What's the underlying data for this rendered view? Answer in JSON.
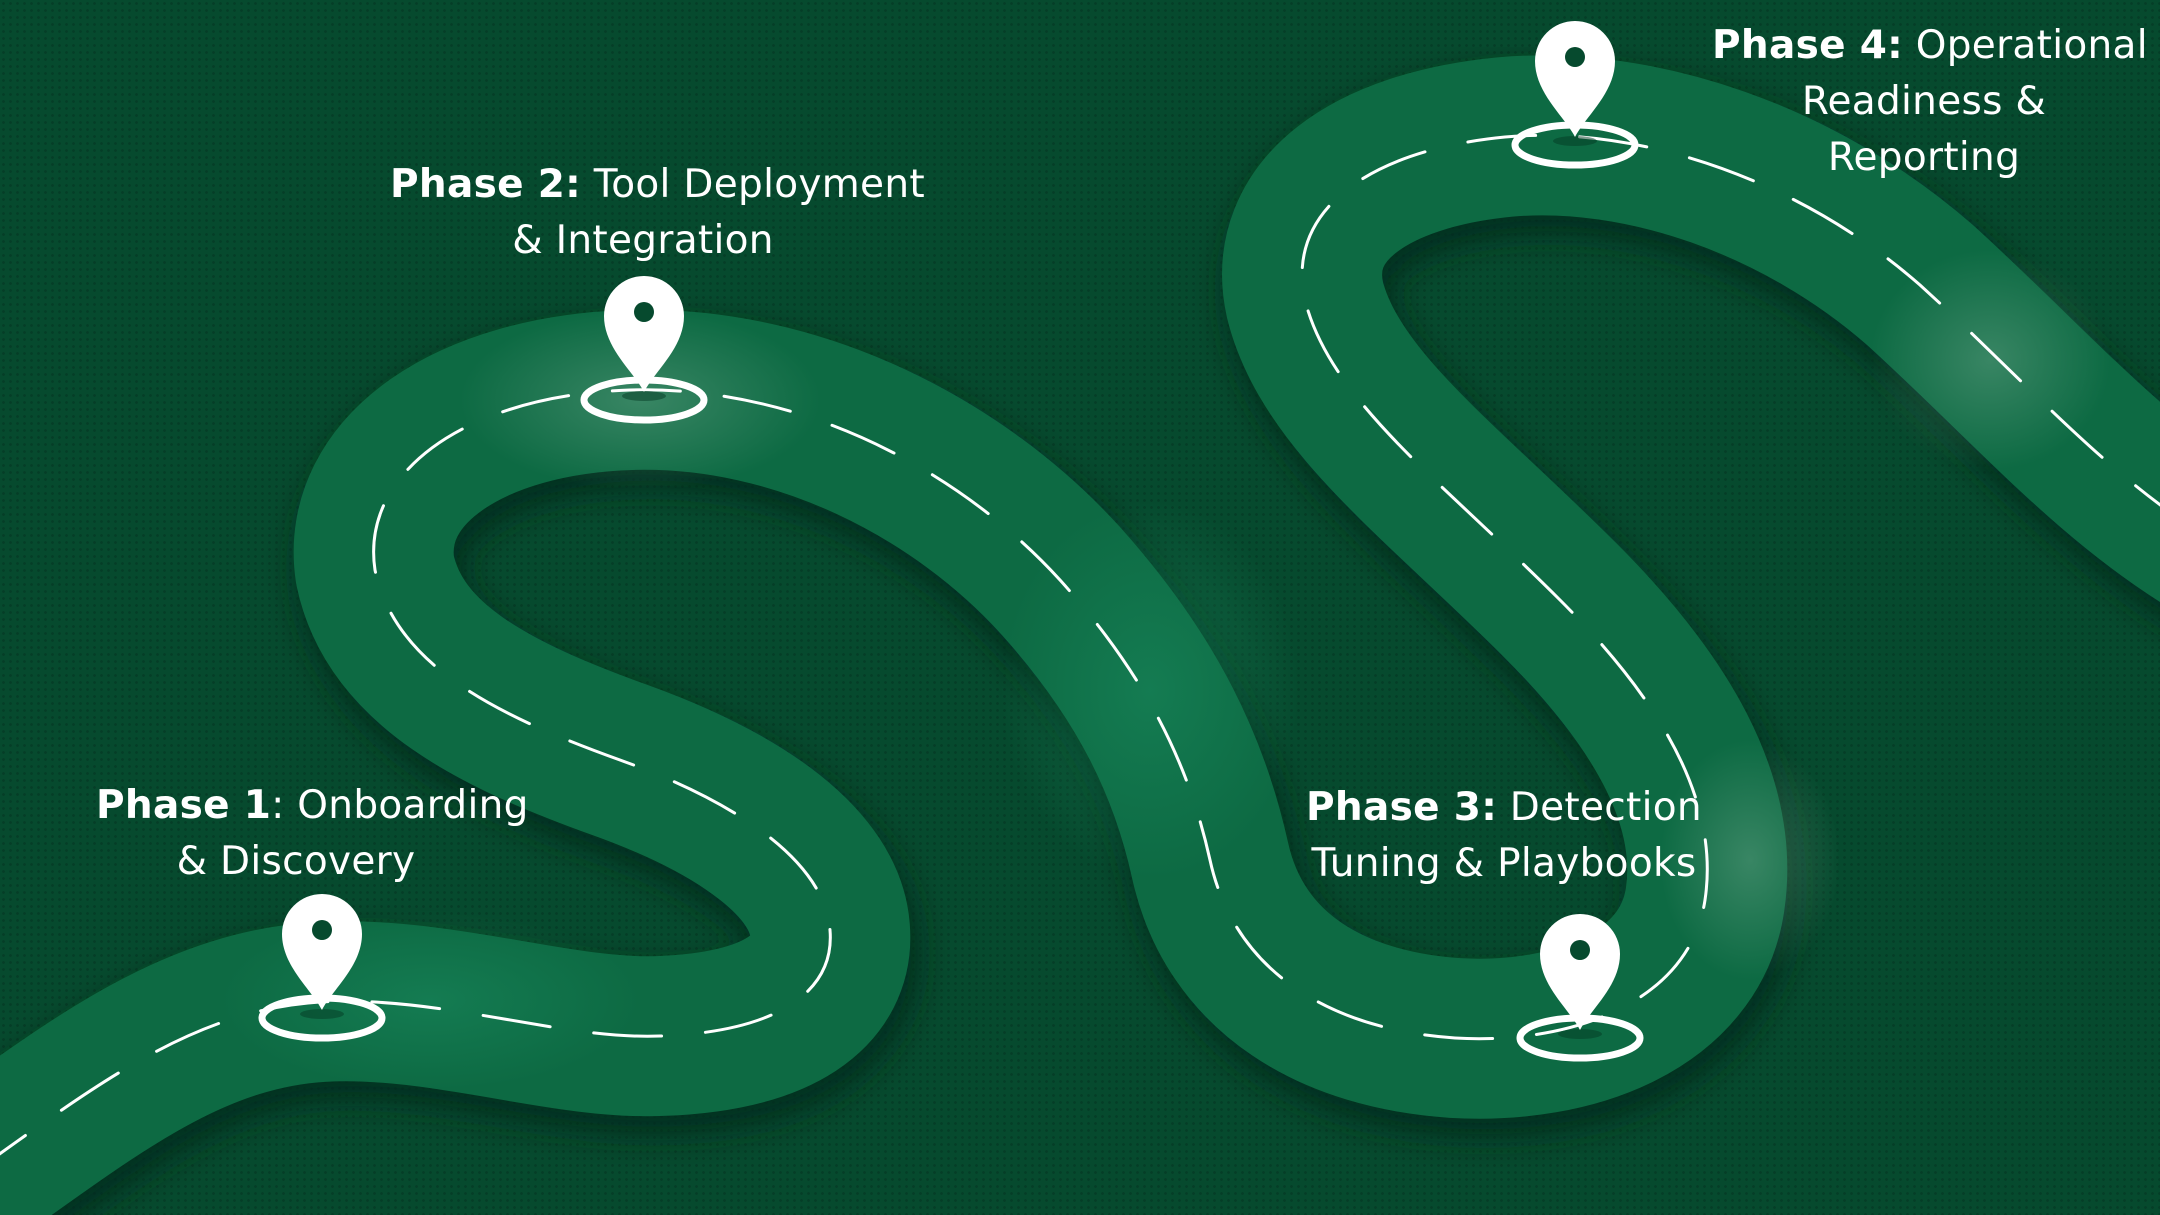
{
  "background_color": "#064a2e",
  "road_color": "#0d6a43",
  "marker_color": "#ffffff",
  "phases": [
    {
      "title": "Phase 1",
      "separator": ":",
      "line1_text": " Onboarding",
      "line2_text": "& Discovery",
      "icon": "map-pin-icon"
    },
    {
      "title": "Phase 2:",
      "line1_text": " Tool Deployment",
      "line2_text": "& Integration",
      "icon": "map-pin-icon"
    },
    {
      "title": "Phase 3:",
      "line1_text": " Detection",
      "line2_text": "Tuning & Playbooks",
      "icon": "map-pin-icon"
    },
    {
      "title": "Phase 4:",
      "line1_text": " Operational",
      "line2_text": "Readiness &",
      "line3_text": "Reporting",
      "icon": "map-pin-icon"
    }
  ]
}
